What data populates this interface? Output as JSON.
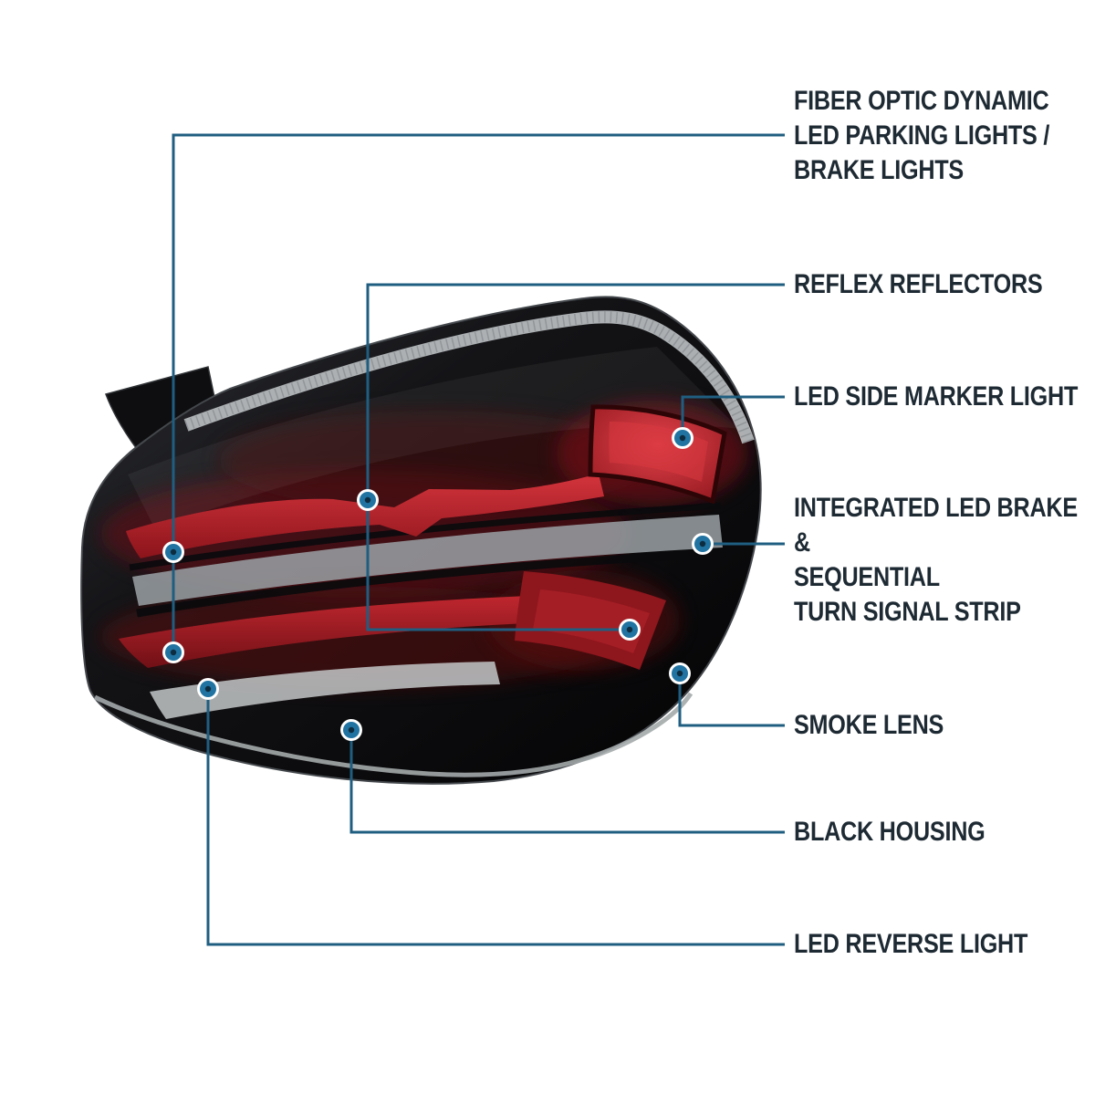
{
  "colors": {
    "background": "#ffffff",
    "label_text": "#1e2a33",
    "callout_line": "#1f5e80",
    "dot_fill": "#2173a1",
    "dot_center": "#0e2c3f",
    "dot_ring": "#ffffff",
    "lens_red": "#b2242c",
    "housing_black": "#0a0a0c",
    "smoke_gray": "#9aa1a5",
    "reverse_gray": "#c3c7c8",
    "chrome_gray": "#b4b8ba"
  },
  "illustration": {
    "alt": "smoked-led-tail-light"
  },
  "callouts": [
    {
      "name": "fiber-optic-dynamic-led-parking-brake-lights",
      "lines": [
        "FIBER OPTIC DYNAMIC",
        "LED PARKING LIGHTS /",
        "BRAKE LIGHTS"
      ]
    },
    {
      "name": "reflex-reflectors",
      "lines": [
        "REFLEX REFLECTORS"
      ]
    },
    {
      "name": "led-side-marker-light",
      "lines": [
        "LED SIDE MARKER LIGHT"
      ]
    },
    {
      "name": "integrated-led-brake-sequential-turn-signal-strip",
      "lines": [
        "INTEGRATED LED BRAKE",
        "&",
        "SEQUENTIAL",
        "TURN SIGNAL STRIP"
      ]
    },
    {
      "name": "smoke-lens",
      "lines": [
        "SMOKE LENS"
      ]
    },
    {
      "name": "black-housing",
      "lines": [
        "BLACK HOUSING"
      ]
    },
    {
      "name": "led-reverse-light",
      "lines": [
        "LED REVERSE LIGHT"
      ]
    }
  ]
}
